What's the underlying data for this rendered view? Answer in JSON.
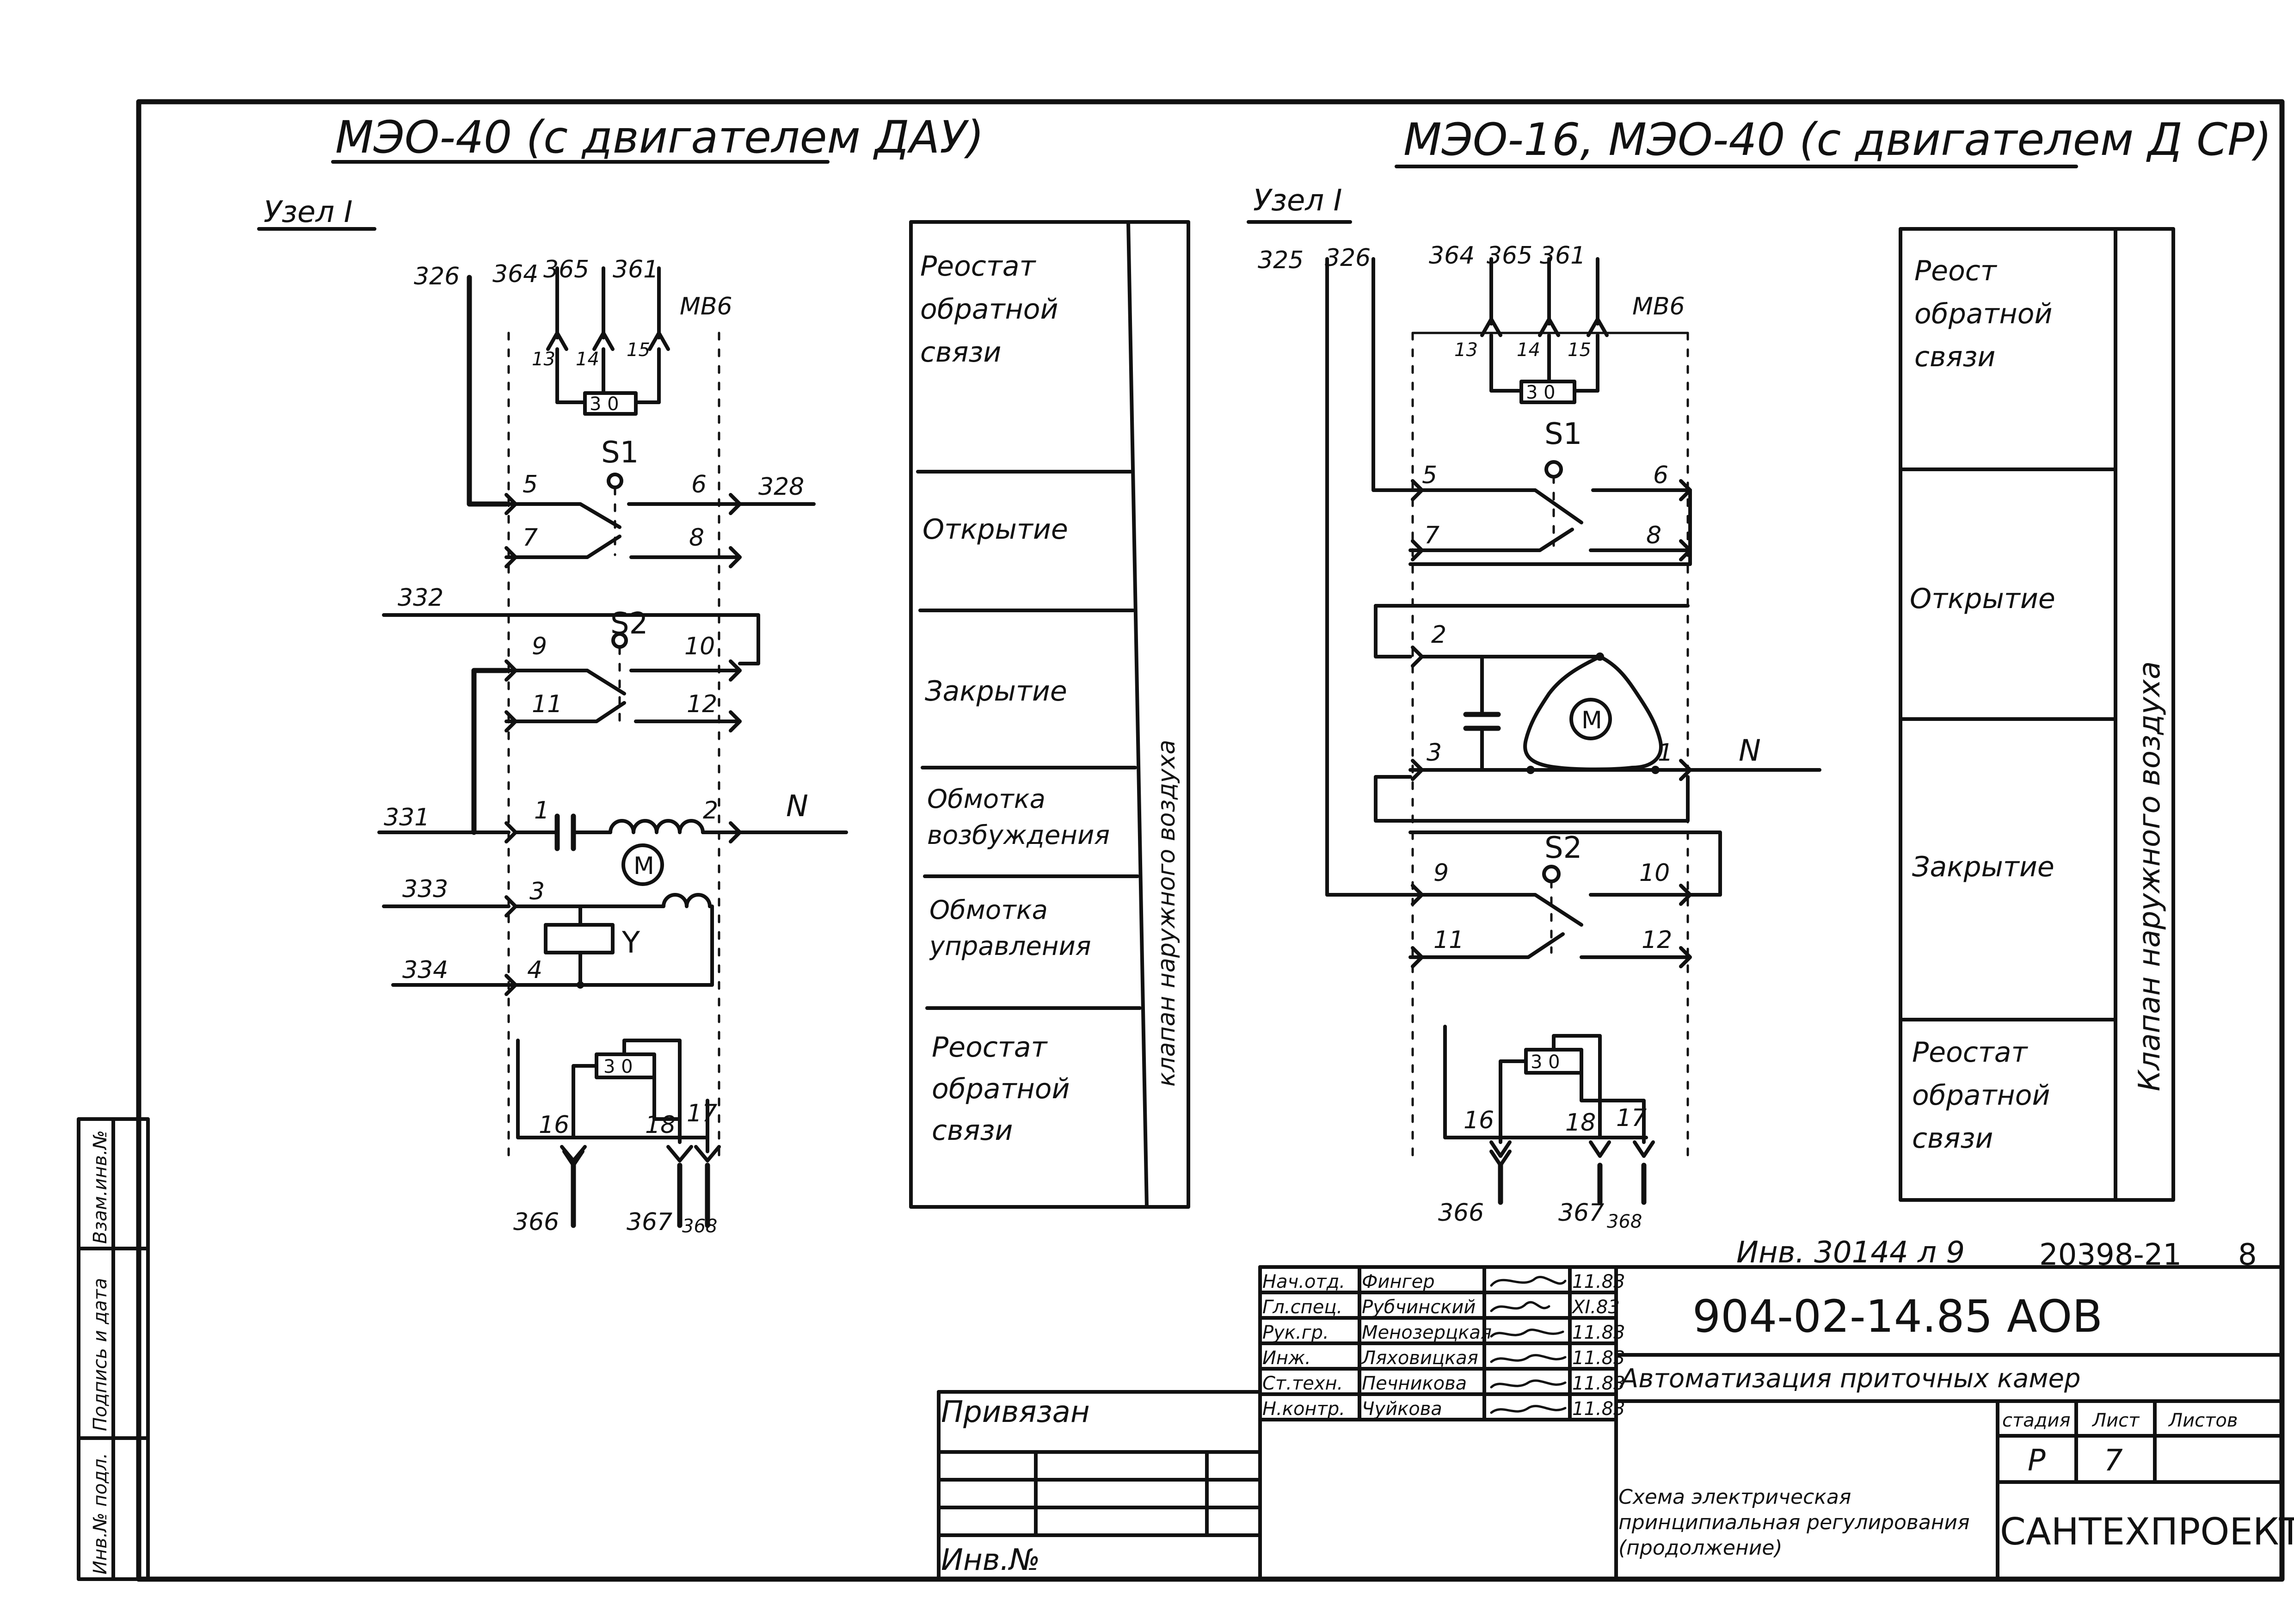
{
  "left": {
    "title": "МЭО-40 (с двигателем ДАУ)",
    "node": "Узел I",
    "wires_top": [
      "326",
      "364",
      "365",
      "361",
      "МВ6"
    ],
    "wires_left": [
      "332",
      "331",
      "333",
      "334"
    ],
    "wire_right_top": "328",
    "wire_neutral": "N",
    "wires_bottom": [
      "366",
      "367",
      "368"
    ],
    "terminals": [
      "13",
      "14",
      "15",
      "5",
      "6",
      "7",
      "8",
      "9",
      "10",
      "11",
      "12",
      "1",
      "2",
      "3",
      "4",
      "16",
      "18",
      "17"
    ],
    "switches": [
      "S1",
      "S2"
    ],
    "rheostat": "3 0",
    "motor": "M",
    "brake": "Y",
    "functions": [
      "Реостат обратной связи",
      "Открытие",
      "Закрытие",
      "Обмотка возбуждения",
      "Обмотка управления",
      "Реостат обратной связи"
    ],
    "side_label": "клапан наружного воздуха"
  },
  "right": {
    "title": "МЭО-16, МЭО-40 (с двигателем Д СР)",
    "node": "Узел I",
    "wires_top": [
      "325",
      "326",
      "364",
      "365",
      "361",
      "МВ6"
    ],
    "wire_neutral": "N",
    "wires_bottom": [
      "366",
      "367",
      "368"
    ],
    "terminals": [
      "13",
      "14",
      "15",
      "5",
      "6",
      "7",
      "8",
      "2",
      "3",
      "1",
      "9",
      "10",
      "11",
      "12",
      "16",
      "18",
      "17"
    ],
    "switches": [
      "S1",
      "S2"
    ],
    "rheostat": "3 0",
    "motor": "M",
    "functions": [
      "Реост обратной связи",
      "Открытие",
      "Закрытие",
      "Реостат обратной связи"
    ],
    "side_label": "Клапан наружного воздуха"
  },
  "stamp": {
    "inventory_ref": "Инв. 30144 л 9",
    "archive_no": "20398-21",
    "sheet_corner": "8",
    "document_code": "904-02-14.85 АОВ",
    "project_title": "Автоматизация приточных камер",
    "sheet_title": "Схема электрическая принципиальная регулирования (продолжение)",
    "organization": "САНТЕХПРОЕКТ",
    "stage_header": "стадия",
    "sheet_header": "Лист",
    "sheets_header": "Листов",
    "stage": "Р",
    "sheet": "7",
    "sheets": "",
    "bound_label": "Привязан",
    "inv_no_label": "Инв.№",
    "signatures": [
      {
        "role": "Нач.отд.",
        "name": "Фингер",
        "date": "11.83"
      },
      {
        "role": "Гл.спец.",
        "name": "Рубчинский",
        "date": "XI.83"
      },
      {
        "role": "Рук.гр.",
        "name": "Менозерцкая",
        "date": "11.83"
      },
      {
        "role": "Инж.",
        "name": "Ляховицкая",
        "date": "11.83"
      },
      {
        "role": "Ст.техн.",
        "name": "Печникова",
        "date": "11.83"
      },
      {
        "role": "Н.контр.",
        "name": "Чуйкова",
        "date": "11.83"
      }
    ]
  },
  "margin_strip": {
    "col1": "Инв.№ подл.",
    "col2": "Подпись и дата",
    "col3": "Взам.инв.№"
  }
}
